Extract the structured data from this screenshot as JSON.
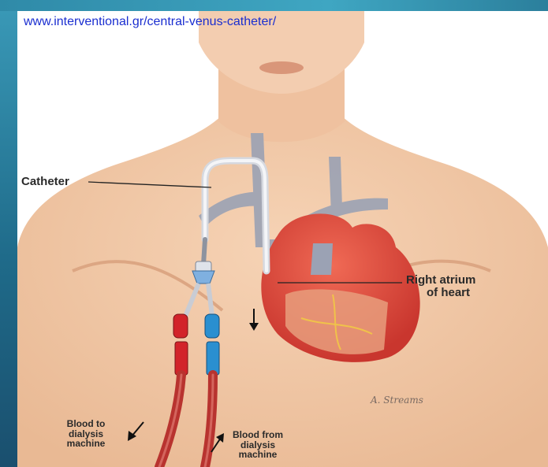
{
  "source_url": "www.interventional.gr/central-venus-catheter/",
  "labels": {
    "catheter": "Catheter",
    "right_atrium_line1": "Right atrium",
    "right_atrium_line2": "of heart",
    "blood_to_line1": "Blood to",
    "blood_to_line2": "dialysis",
    "blood_to_line3": "machine",
    "blood_from_line1": "Blood from",
    "blood_from_line2": "dialysis",
    "blood_from_line3": "machine"
  },
  "signature": "A. Streams",
  "colors": {
    "skin": "#f2c9a8",
    "skin_shadow": "#e2ad88",
    "vessel": "#9aa1b2",
    "heart": "#e0453b",
    "line_red": "#b8332f",
    "connector_red": "#d2232a",
    "connector_blue": "#2a8fd0",
    "frame": "#2a6f8c"
  }
}
